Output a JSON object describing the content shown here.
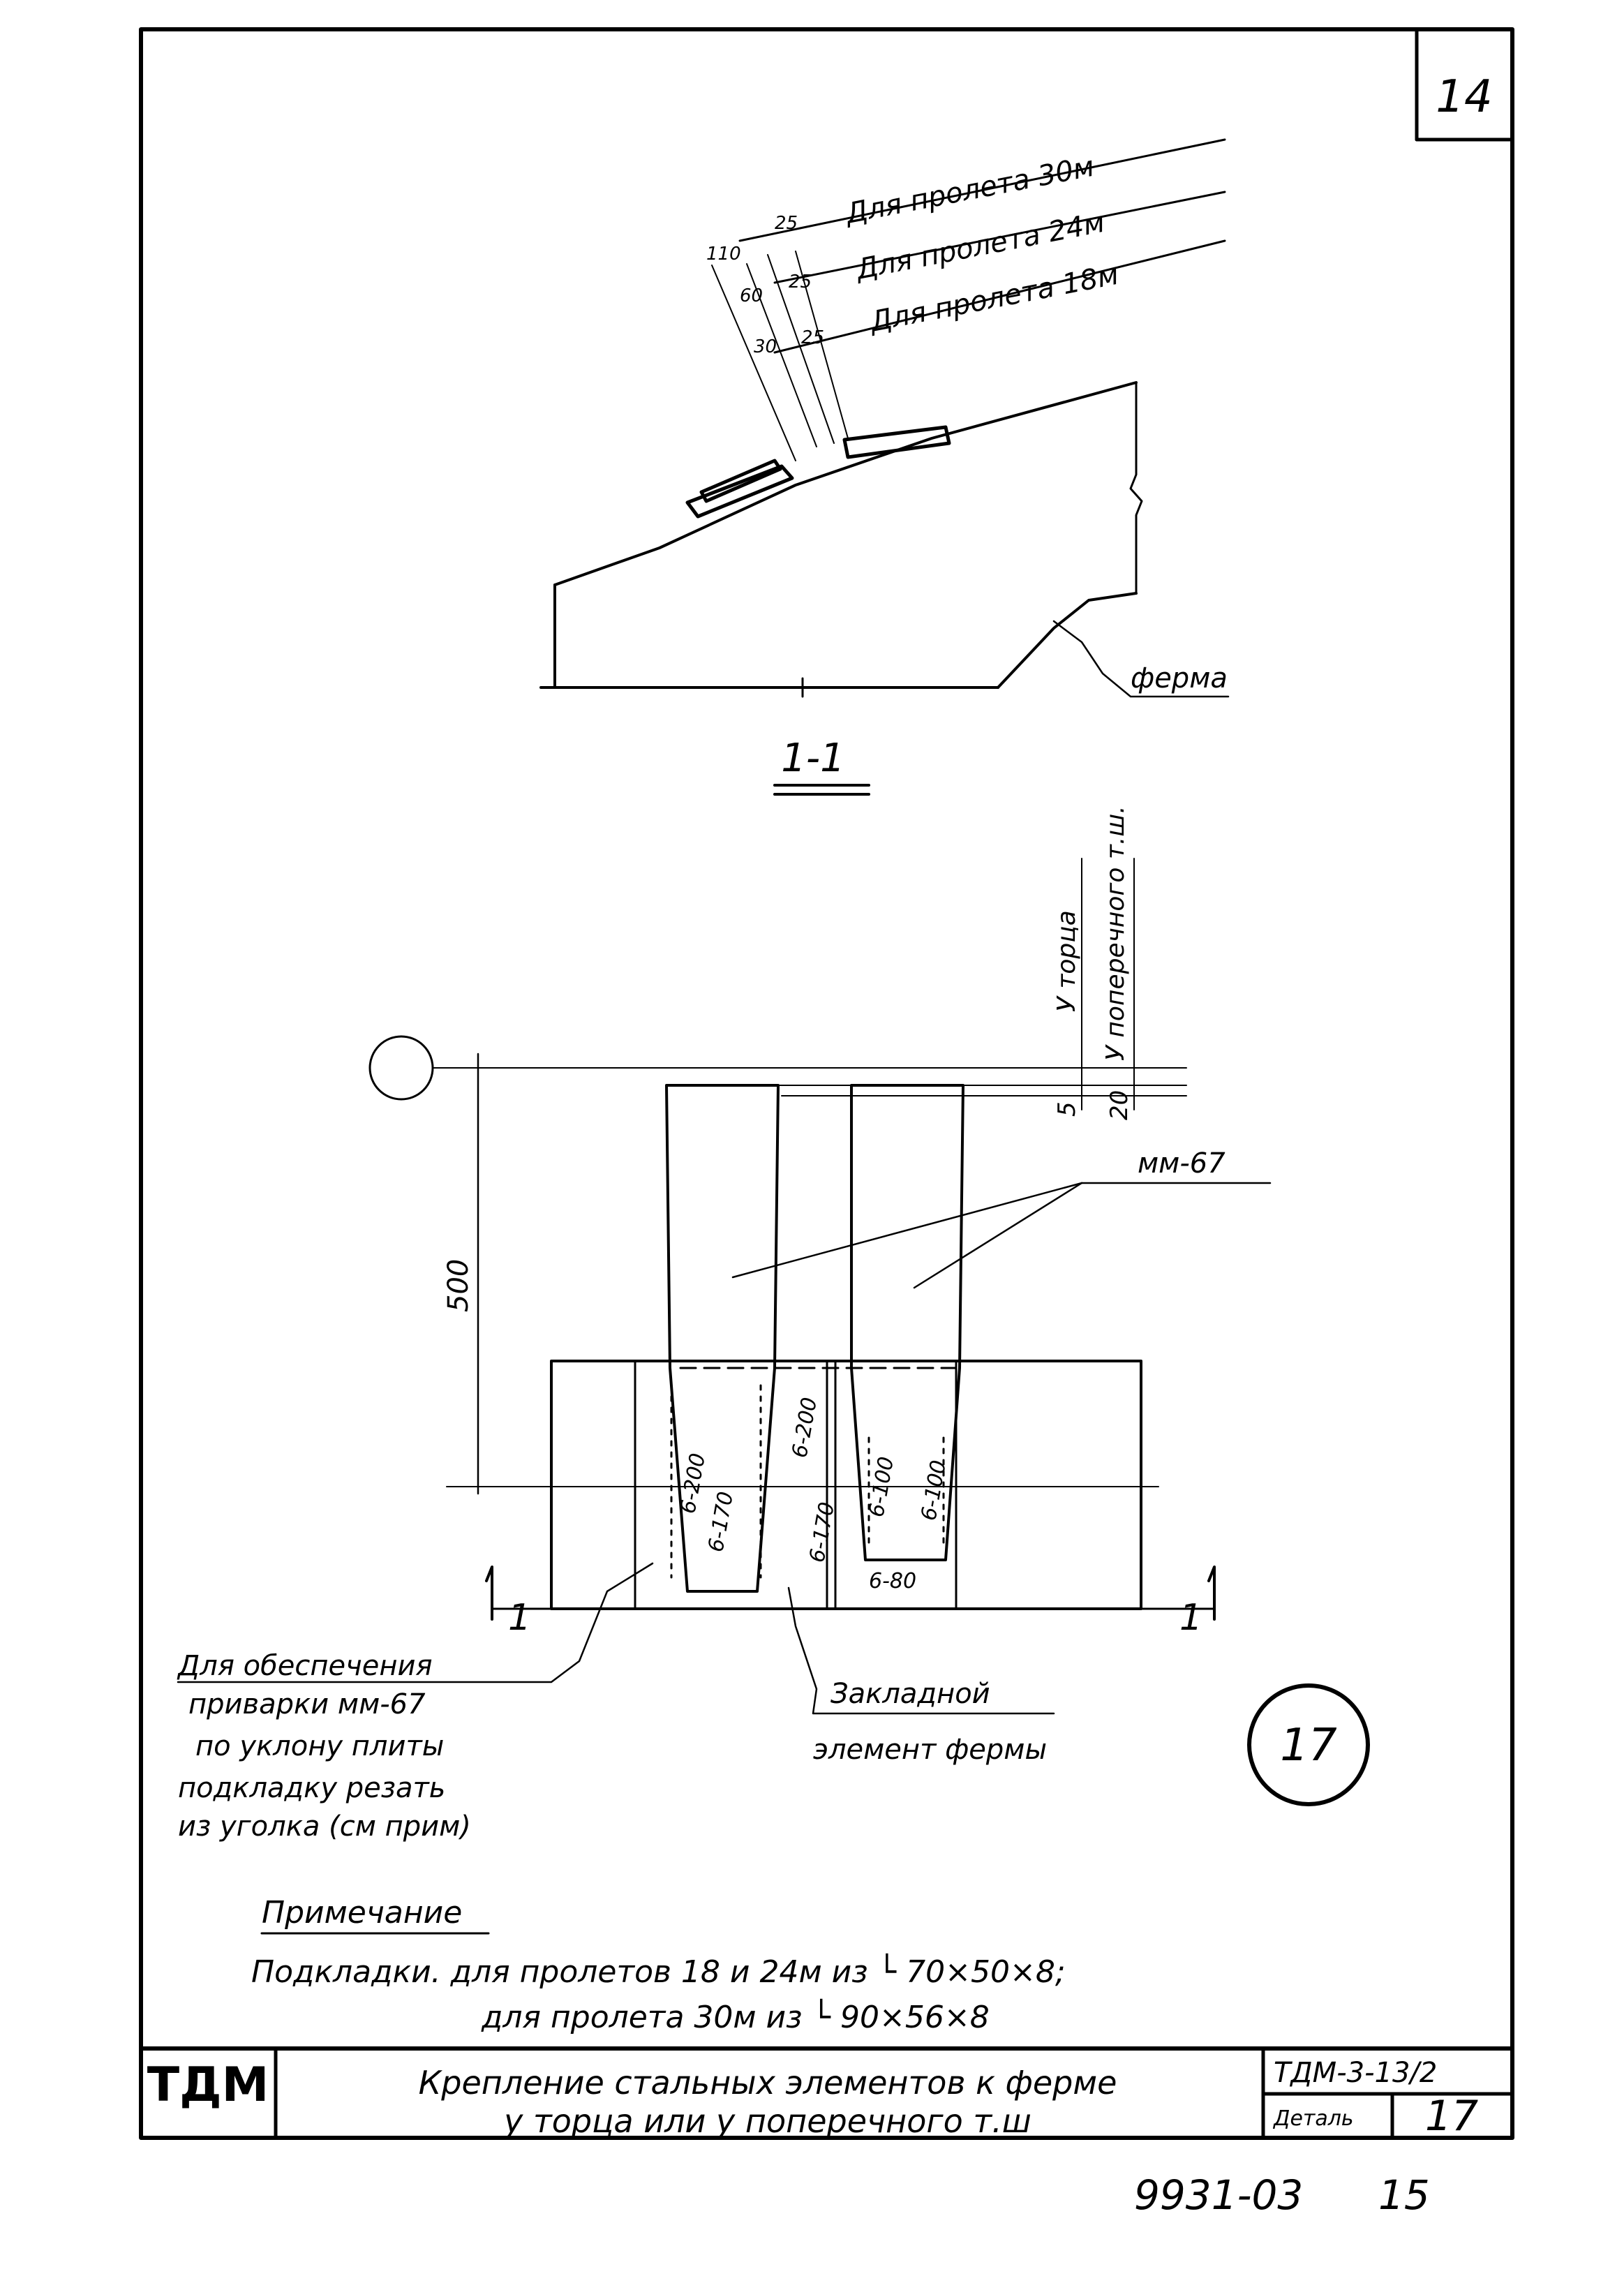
{
  "sheet": {
    "page_number": "14",
    "detail_number": "17"
  },
  "section_view": {
    "span_labels": [
      {
        "text": "Для пролета 30м",
        "dim_a": "110",
        "dim_b": "25"
      },
      {
        "text": "Для пролета 24м",
        "dim_a": "60",
        "dim_b": "25"
      },
      {
        "text": "Для пролета 18м",
        "dim_a": "30",
        "dim_b": "25"
      }
    ],
    "truss_label": "ферма",
    "section_mark": "1-1"
  },
  "plan_view": {
    "top_labels": [
      "У торца",
      "У поперечного т.ш."
    ],
    "top_dims": [
      "5",
      "20"
    ],
    "height_dim": "500",
    "part_label": "мм-67",
    "welds": [
      "6-200",
      "6-200",
      "6-170",
      "6-170",
      "6-100",
      "6-100",
      "6-80"
    ],
    "section_markers": [
      "1",
      "1"
    ],
    "note_left": [
      "Для обеспечения",
      "приварки мм-67",
      "по уклону плиты",
      "подкладку резать",
      "из уголка (см прим)"
    ],
    "note_right": [
      "Закладной",
      "элемент фермы"
    ]
  },
  "notes": {
    "heading": "Примечание",
    "line1": "Подкладки.  для пролетов 18 и 24м  из └ 70×50×8;",
    "line2": "для пролета 30м  из └ 90×56×8"
  },
  "title_block": {
    "logo": "ТДМ",
    "title_line1": "Крепление стальных элементов к ферме",
    "title_line2": "у торца или у поперечного т.ш",
    "code": "ТДМ-3-13/2",
    "detail_label": "Деталь",
    "detail_number": "17"
  },
  "footer": {
    "doc_number": "9931-03",
    "page": "15"
  }
}
